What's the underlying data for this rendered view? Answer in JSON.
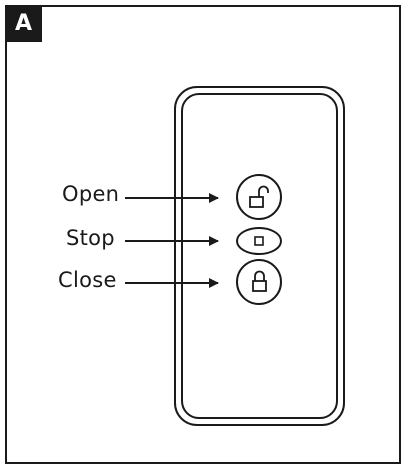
{
  "panel": {
    "tag": "A"
  },
  "remote": {
    "buttons": [
      {
        "label": "Open",
        "icon": "unlocked-padlock-icon"
      },
      {
        "label": "Stop",
        "icon": "square-stop-icon"
      },
      {
        "label": "Close",
        "icon": "locked-padlock-icon"
      }
    ]
  },
  "colors": {
    "ink": "#1a1a1a",
    "background": "#ffffff"
  }
}
